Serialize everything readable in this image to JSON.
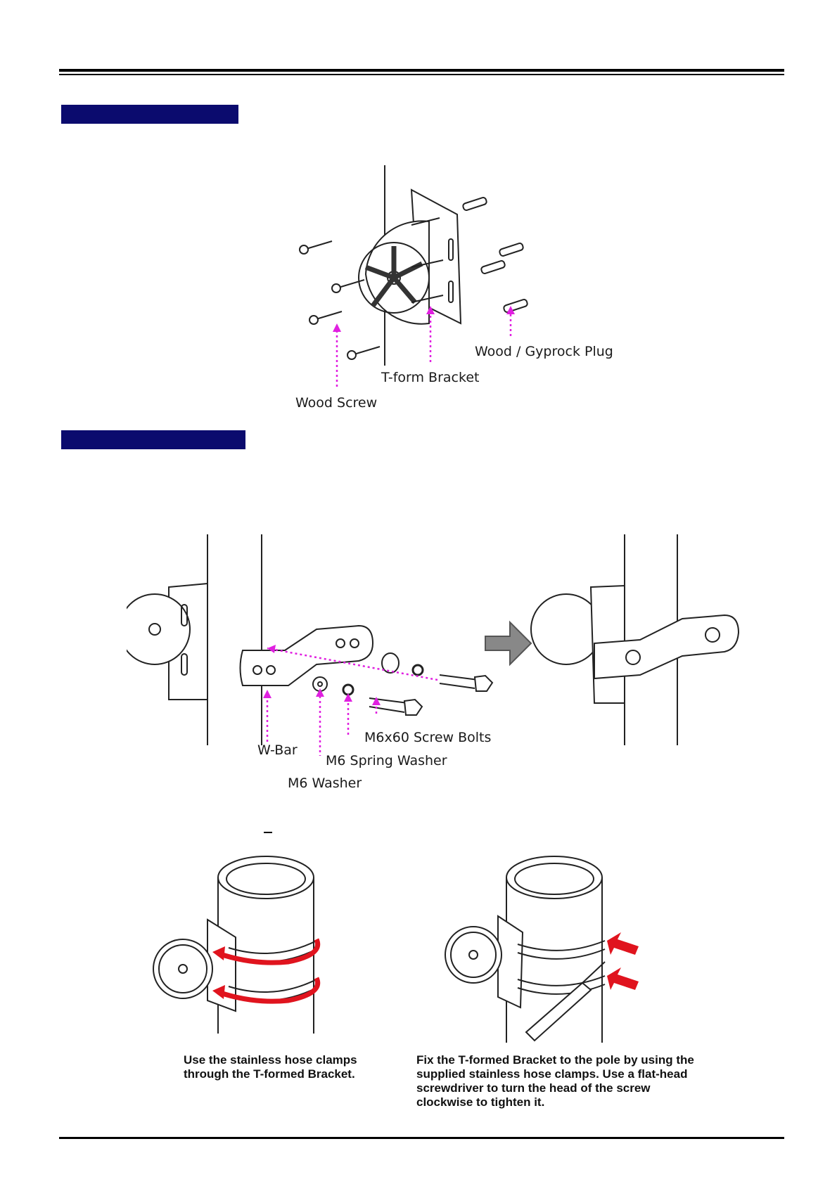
{
  "figure1": {
    "labels": {
      "wood_screw": "Wood Screw",
      "t_form_bracket": "T-form Bracket",
      "plug": "Wood / Gyprock Plug"
    }
  },
  "figure2": {
    "labels": {
      "w_bar": "W-Bar",
      "m6_washer": "M6 Washer",
      "m6_spring_washer": "M6 Spring Washer",
      "screw_bolts": "M6x60 Screw Bolts"
    }
  },
  "figure3": {
    "captions": {
      "left": "Use the stainless hose clamps\nthrough the T-formed Bracket.",
      "right": "Fix the T-formed Bracket to the pole by using the\nsupplied stainless hose clamps. Use a flat-head\nscrewdriver to turn the head of the screw\nclockwise to tighten it."
    }
  },
  "colors": {
    "section_bar": "#0b0b6e",
    "callout": "#e020e0",
    "arrow_red": "#e0141e"
  }
}
